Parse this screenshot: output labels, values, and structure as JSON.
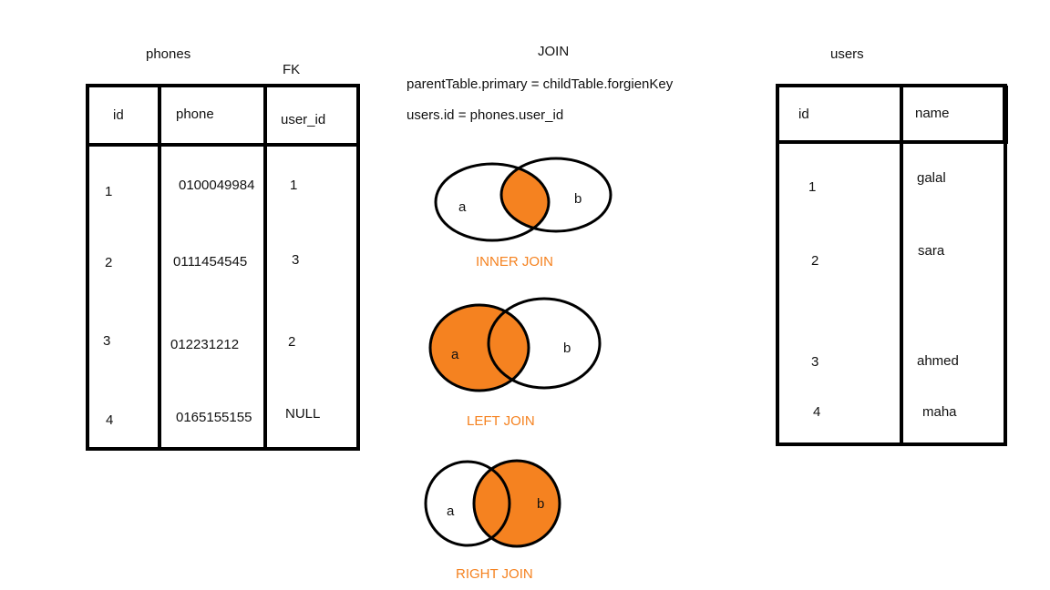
{
  "colors": {
    "accent": "#f58220",
    "line": "#000000",
    "background": "#ffffff"
  },
  "join_header": {
    "title": "JOIN",
    "formula_generic": "parentTable.primary = childTable.forgienKey",
    "formula_example": "users.id = phones.user_id"
  },
  "phones_table": {
    "title": "phones",
    "fk_label": "FK",
    "columns": [
      "id",
      "phone",
      "user_id"
    ],
    "rows": [
      [
        "1",
        "0100049984",
        "1"
      ],
      [
        "2",
        "0111454545",
        "3"
      ],
      [
        "3",
        "012231212",
        "2"
      ],
      [
        "4",
        "0165155155",
        "NULL"
      ]
    ]
  },
  "users_table": {
    "title": "users",
    "columns": [
      "id",
      "name"
    ],
    "rows": [
      [
        "1",
        "galal"
      ],
      [
        "2",
        "sara"
      ],
      [
        "3",
        "ahmed"
      ],
      [
        "4",
        "maha"
      ]
    ]
  },
  "venn": {
    "inner": {
      "left": "a",
      "right": "b",
      "caption": "INNER JOIN"
    },
    "left": {
      "left": "a",
      "right": "b",
      "caption": "LEFT JOIN"
    },
    "right": {
      "left": "a",
      "right": "b",
      "caption": "RIGHT JOIN"
    }
  }
}
